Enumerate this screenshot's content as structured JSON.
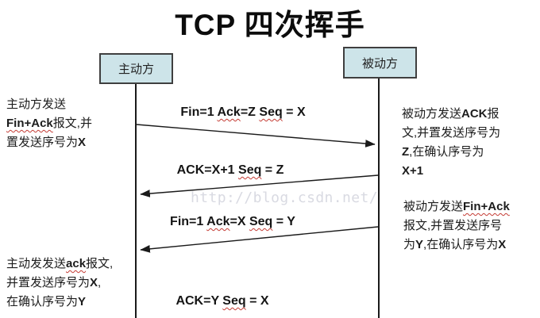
{
  "title": "TCP 四次挥手",
  "actors": {
    "active": "主动方",
    "passive": "被动方"
  },
  "messages": [
    {
      "label": "Fin=1 Ack=Z Seq = X",
      "from": "active",
      "to": "passive"
    },
    {
      "label": "ACK=X+1 Seq = Z",
      "from": "passive",
      "to": "active"
    },
    {
      "label": "Fin=1 Ack=X Seq = Y",
      "from": "passive",
      "to": "active"
    },
    {
      "label": "ACK=Y Seq = X",
      "from": "active",
      "to": "passive"
    }
  ],
  "annotations": {
    "active_fin": "主动方发送\nFin+Ack报文,并\n置发送序号为X",
    "passive_ack": "被动方发送ACK报\n文,并置发送序号为\nZ,在确认序号为\nX+1",
    "passive_fin": "被动方发送Fin+Ack\n报文,并置发送序号\n为Y,在确认序号为X",
    "active_ack": "主动发发送ack报文,\n并置发送序号为X,\n在确认序号为Y"
  },
  "watermark": "http://blog.csdn.net/",
  "spellcheck_words": [
    "Fin+Ack",
    "Ack",
    "Seq",
    "ack"
  ],
  "colors": {
    "actor_fill": "#cde4e9",
    "actor_border": "#3f3f3f",
    "line": "#1a1a1a",
    "wavy": "#c43b34",
    "watermark": "#d9dae2"
  }
}
